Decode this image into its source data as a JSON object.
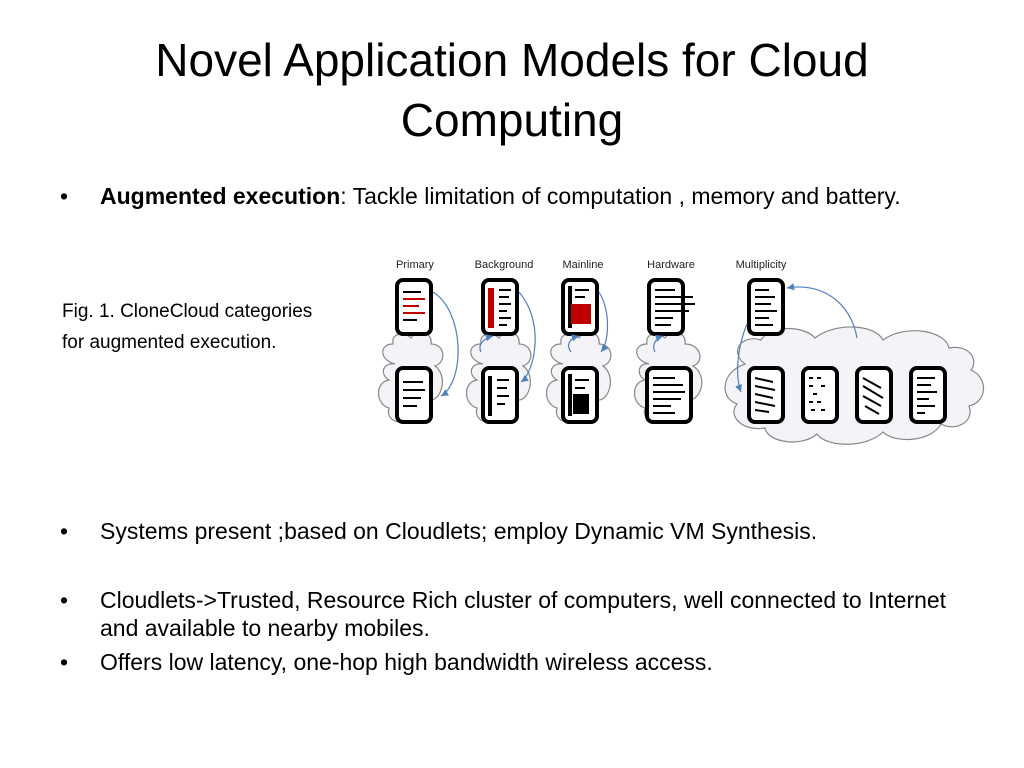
{
  "title": {
    "line1": "Novel Application Models for Cloud",
    "line2": "Computing"
  },
  "bullets": [
    {
      "bold": "Augmented execution",
      "text": ": Tackle limitation of computation , memory and battery."
    },
    {
      "text": "Systems present ;based on Cloudlets; employ Dynamic VM Synthesis."
    },
    {
      "text": "Cloudlets->Trusted, Resource Rich cluster of computers, well connected to Internet and available to nearby mobiles."
    },
    {
      "text": "Offers low latency, one-hop high bandwidth wireless access."
    }
  ],
  "bullet_symbol": "•",
  "caption": {
    "line1": "Fig. 1. CloneCloud categories",
    "line2": "for augmented execution."
  },
  "figure": {
    "labels": [
      "Primary",
      "Background",
      "Mainline",
      "Hardware",
      "Multiplicity"
    ],
    "colors": {
      "highlight": "#c00000",
      "arrow": "#4f81bd",
      "cloud_stroke": "#888888",
      "cloud_fill": "#f4f4f8"
    }
  }
}
